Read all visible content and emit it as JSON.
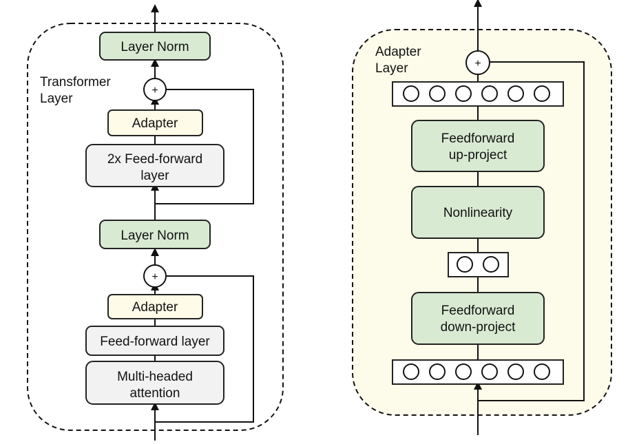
{
  "transformer": {
    "title_line1": "Transformer",
    "title_line2": "Layer",
    "layer_norm_top": "Layer Norm",
    "plus_top": "+",
    "adapter_top": "Adapter",
    "ff2x_line1": "2x Feed-forward",
    "ff2x_line2": "layer",
    "layer_norm_mid": "Layer Norm",
    "plus_bottom": "+",
    "adapter_bottom": "Adapter",
    "ff_layer": "Feed-forward layer",
    "mha_line1": "Multi-headed",
    "mha_line2": "attention"
  },
  "adapter": {
    "title_line1": "Adapter",
    "title_line2": "Layer",
    "plus": "+",
    "up_line1": "Feedforward",
    "up_line2": "up-project",
    "nonlinearity": "Nonlinearity",
    "down_line1": "Feedforward",
    "down_line2": "down-project"
  },
  "colors": {
    "green": "#d9ead3",
    "yellow": "#fefbe8",
    "gray": "#f2f2f2",
    "panel": "#fdfbe9"
  }
}
